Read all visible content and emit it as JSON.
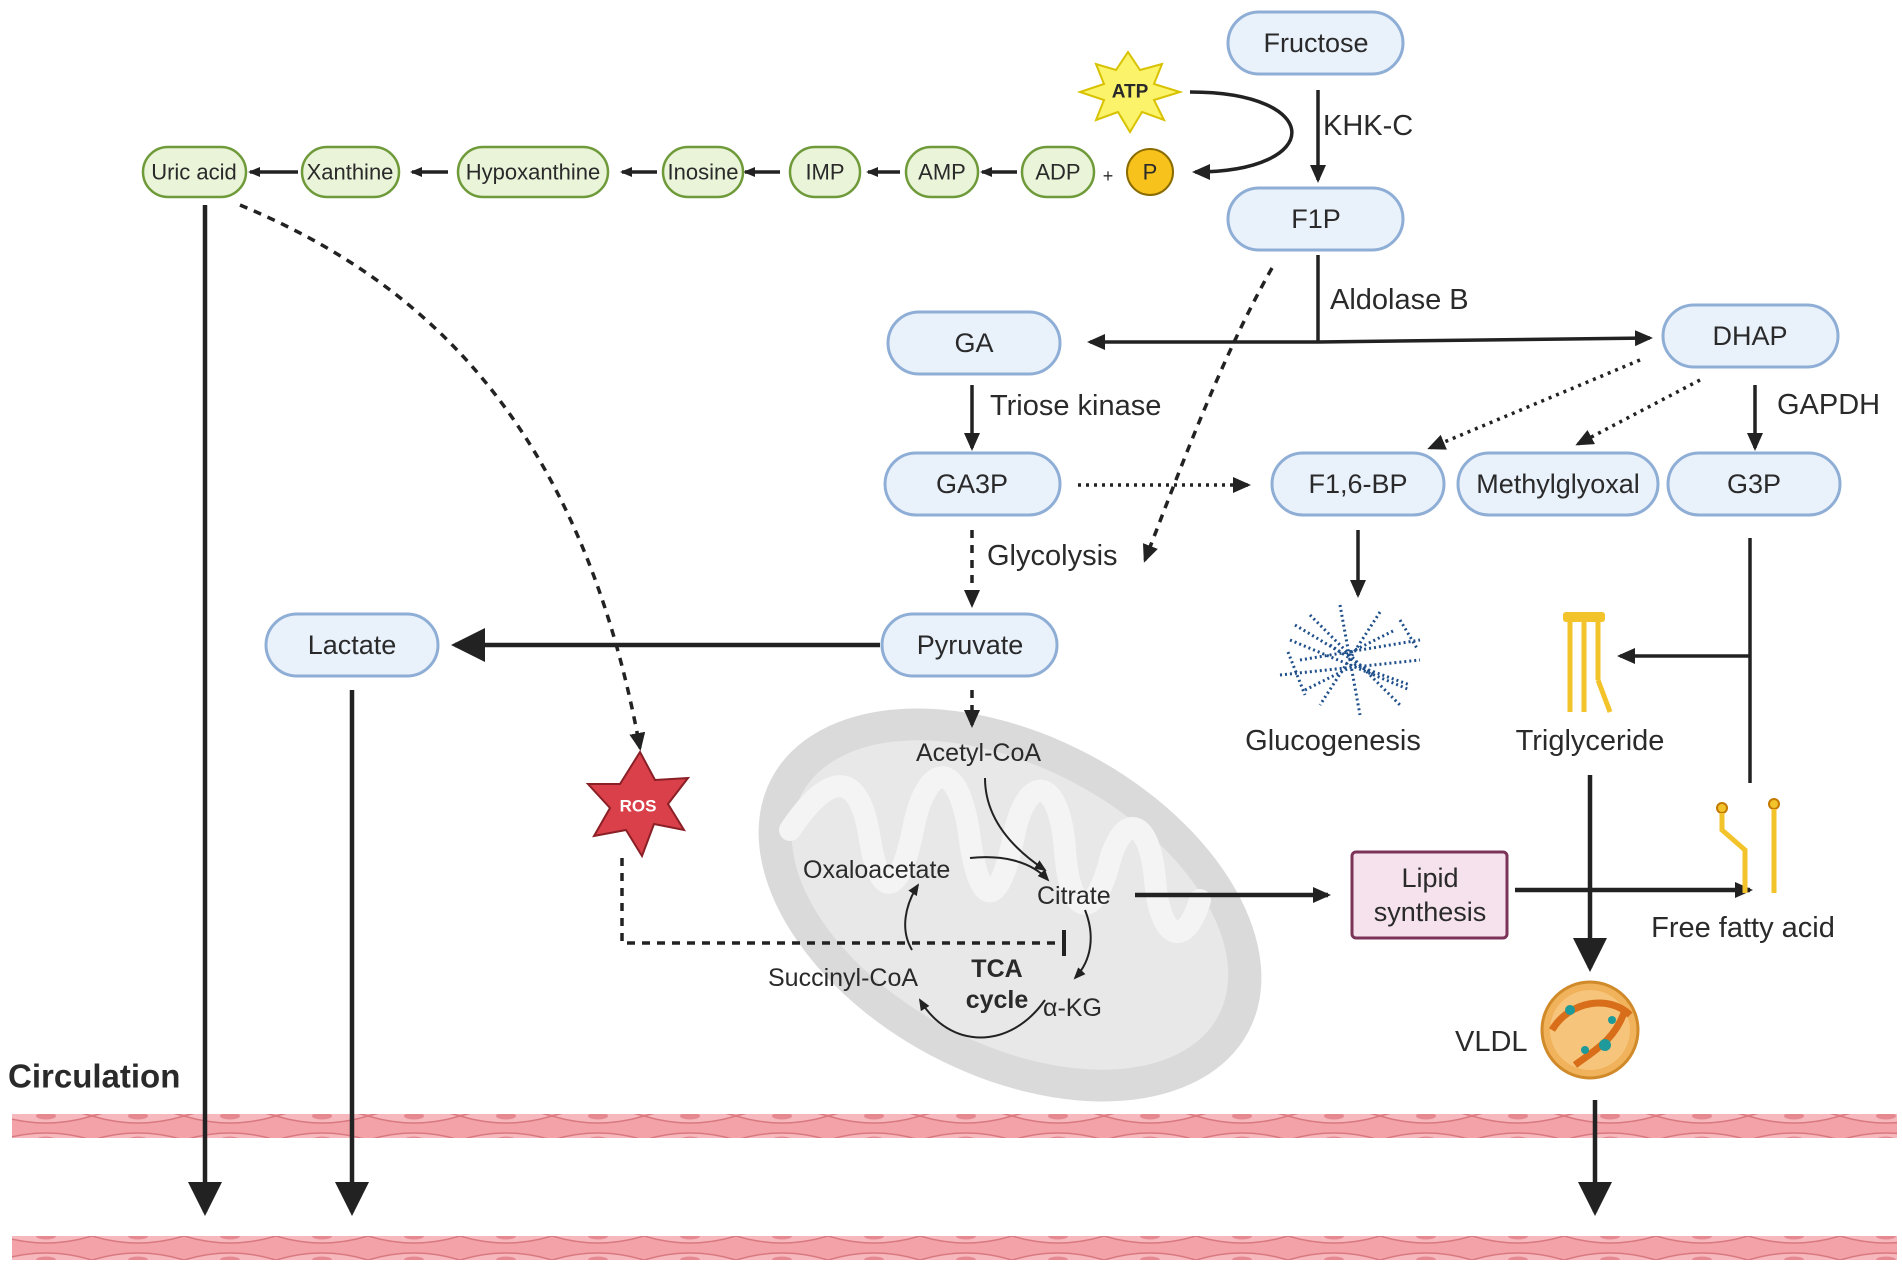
{
  "nodes": {
    "fructose": "Fructose",
    "f1p": "F1P",
    "ga": "GA",
    "dhap": "DHAP",
    "ga3p": "GA3P",
    "f16bp": "F1,6-BP",
    "methylglyoxal": "Methylglyoxal",
    "g3p": "G3P",
    "pyruvate": "Pyruvate",
    "lactate": "Lactate",
    "lipid_synthesis_line1": "Lipid",
    "lipid_synthesis_line2": "synthesis"
  },
  "purine_nodes": {
    "uric_acid": "Uric acid",
    "xanthine": "Xanthine",
    "hypoxanthine": "Hypoxanthine",
    "inosine": "Inosine",
    "imp": "IMP",
    "amp": "AMP",
    "adp": "ADP",
    "plus": "+",
    "phosphate": "P",
    "atp": "ATP"
  },
  "enzymes": {
    "khk": "KHK-C",
    "aldolase": "Aldolase B",
    "triose_kinase": "Triose kinase",
    "gapdh": "GAPDH",
    "glycolysis": "Glycolysis"
  },
  "tca": {
    "acetyl_coa": "Acetyl-CoA",
    "citrate": "Citrate",
    "oxaloacetate": "Oxaloacetate",
    "succinyl_coa": "Succinyl-CoA",
    "akg": "α-KG",
    "tca_line1": "TCA",
    "tca_line2": "cycle"
  },
  "labels": {
    "ros": "ROS",
    "glucogenesis": "Glucogenesis",
    "triglyceride": "Triglyceride",
    "free_fatty_acid": "Free fatty acid",
    "vldl": "VLDL",
    "circulation": "Circulation"
  },
  "colors": {
    "node_fill": "#e9f1fb",
    "node_stroke": "#8faed6",
    "purine_fill": "#eaf4d9",
    "purine_stroke": "#6f9a3a",
    "atp_star": "#fbf36a",
    "phosphate": "#f6c21b",
    "ros_star": "#d9404a",
    "lipid_fill": "#f5e2ec",
    "lipid_stroke": "#7b3458",
    "triglyceride": "#f2c32a",
    "glycogen": "#1f4f8a",
    "vessel": "#f3a3a8",
    "mitochondrion": "#dadada"
  }
}
